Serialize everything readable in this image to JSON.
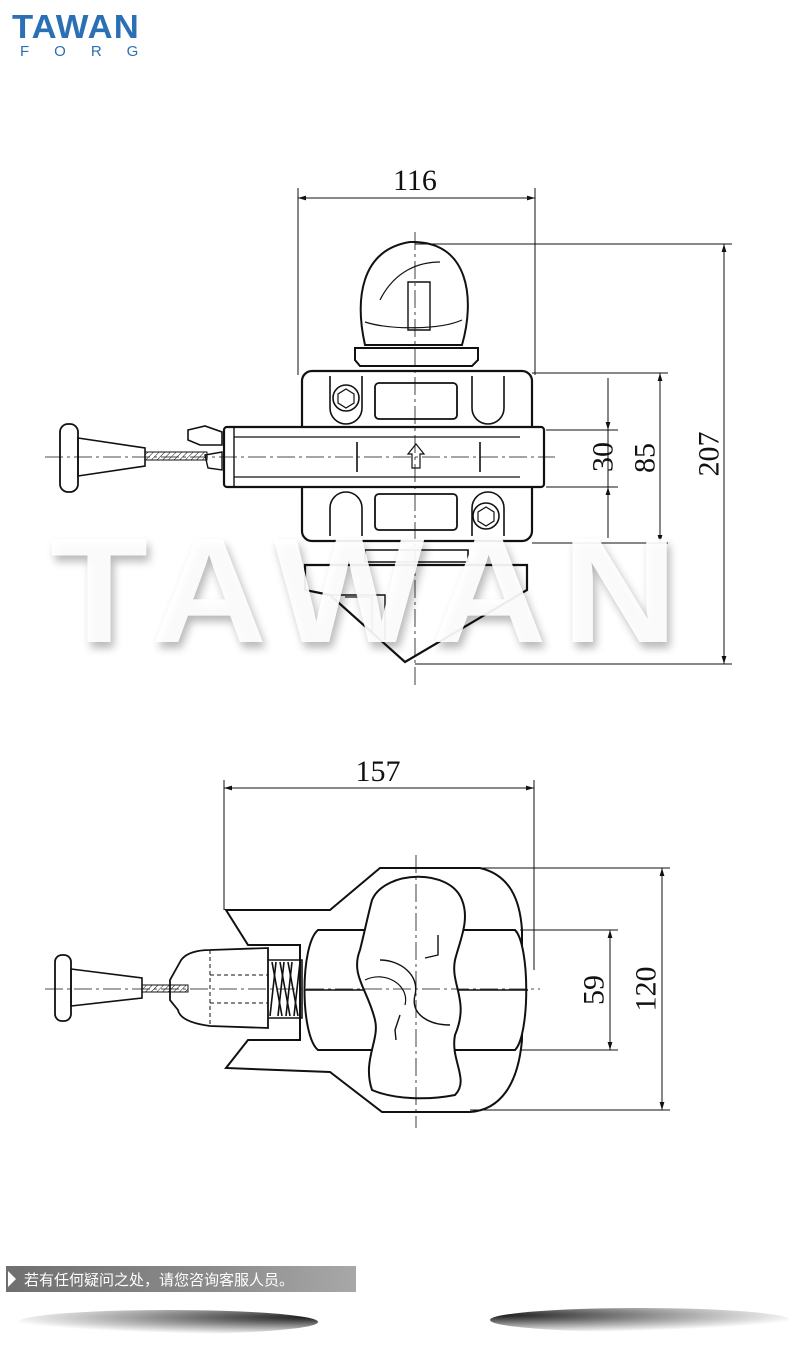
{
  "logo": {
    "line1": "TAWAN",
    "line2": "FORG"
  },
  "watermark": "TAWAN",
  "top_view": {
    "width_dim": "116",
    "inner_dim": "30",
    "mid_dim": "85",
    "height_dim": "207"
  },
  "side_view": {
    "width_dim": "157",
    "inner_dim": "59",
    "height_dim": "120"
  },
  "note": {
    "text": "若有任何疑问之处，请您咨询客服人员。"
  },
  "colors": {
    "brand": "#2b6fb5",
    "line": "#111111"
  }
}
